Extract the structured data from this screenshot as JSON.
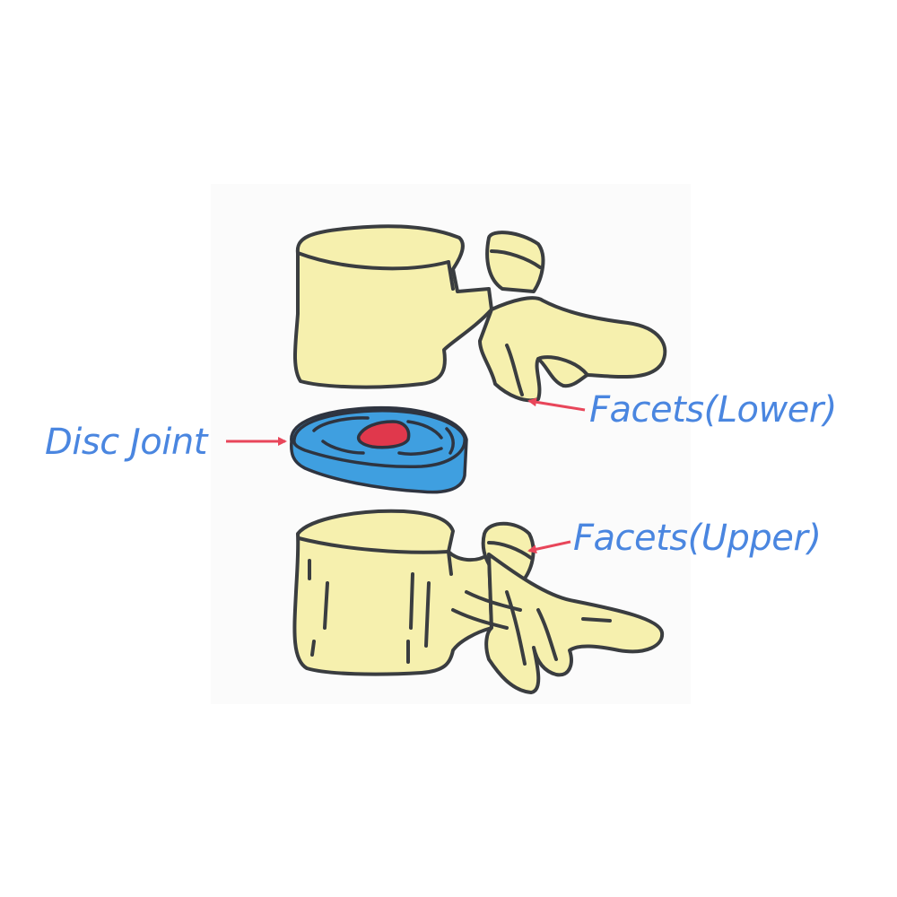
{
  "labels": {
    "facets_lower": "Facets(Lower)",
    "disc_joint": "Disc Joint",
    "facets_upper": "Facets(Upper)"
  },
  "colors": {
    "bone_fill": "#f6f0ae",
    "outline": "#3a3d40",
    "disc_fill": "#3f9fe0",
    "nucleus_fill": "#e0384c",
    "label_text": "#4a86e0",
    "arrow": "#e8465a",
    "paper": "#fafafa"
  }
}
